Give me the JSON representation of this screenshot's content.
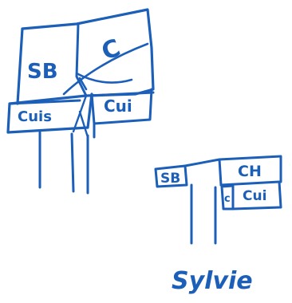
{
  "sketch_top": {
    "left_label": "SB",
    "right_symbol": "C",
    "bottom_left_label": "Cuis",
    "bottom_right_label": "Cui"
  },
  "sketch_bottom": {
    "left_label": "SB",
    "right_label": "CH",
    "small_box_label": "c",
    "bottom_right_label": "Cui"
  },
  "caption": "Sylvie",
  "ink_color": "#1c5fb8"
}
